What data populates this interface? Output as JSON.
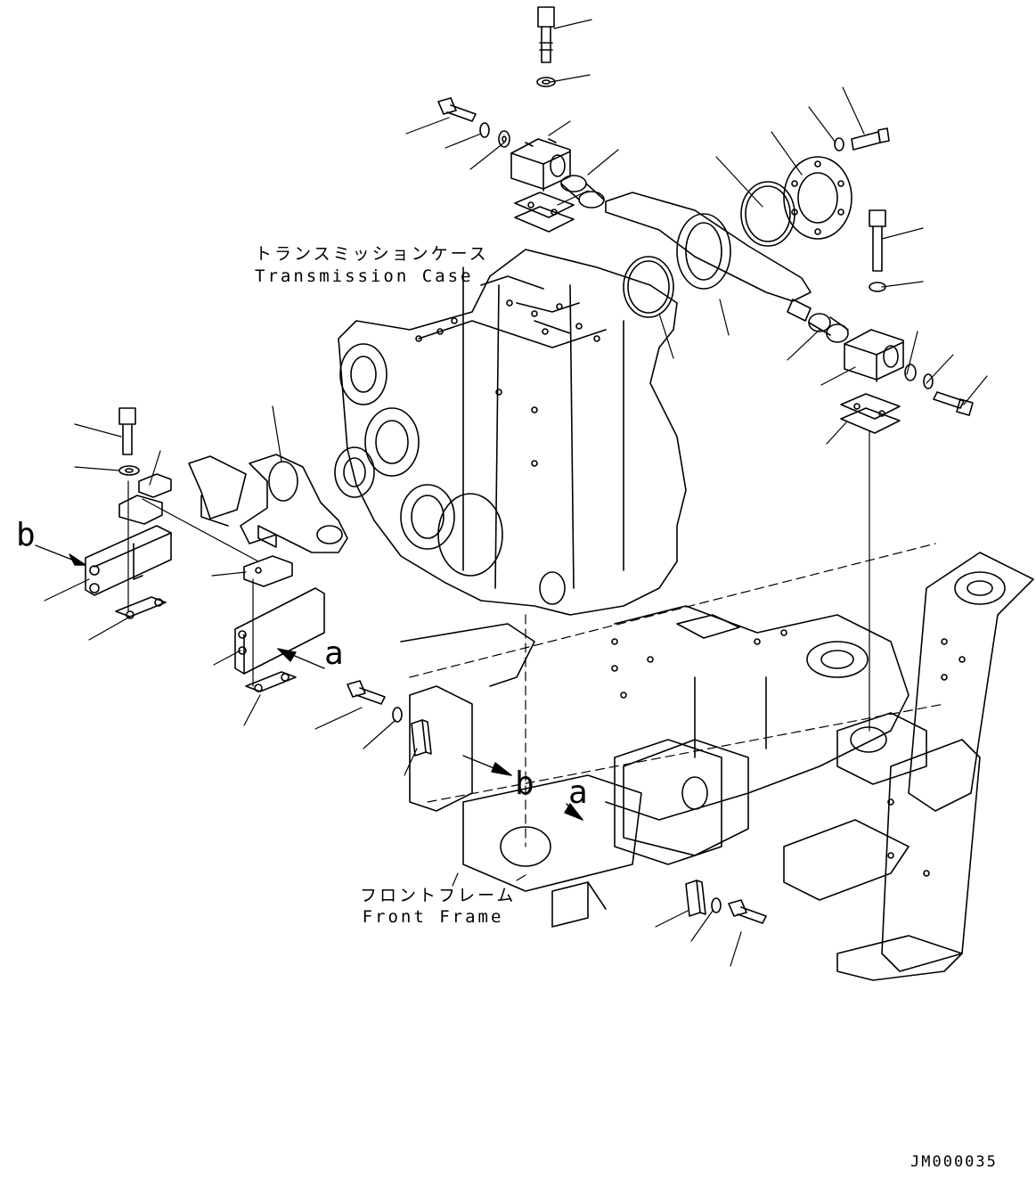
{
  "labels": {
    "transmission_case_jp": "トランスミッションケース",
    "transmission_case_en": "Transmission Case",
    "front_frame_jp": "フロントフレーム",
    "front_frame_en": "Front Frame"
  },
  "callouts": {
    "a_upper": "a",
    "a_lower": "a",
    "b_left": "b",
    "b_lower": "b"
  },
  "drawing_code": "JM000035"
}
